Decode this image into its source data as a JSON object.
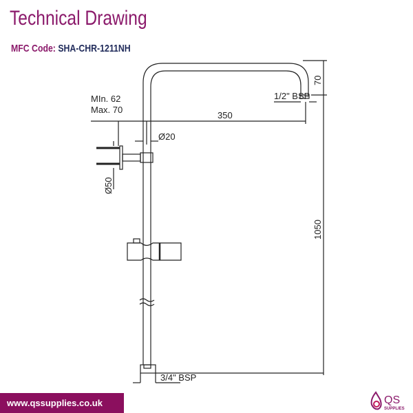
{
  "header": {
    "title": "Technical Drawing",
    "code_label": "MFC Code:",
    "code_value": "SHA-CHR-1211NH"
  },
  "dimensions": {
    "min": "MIn. 62",
    "max": "Max. 70",
    "arm_length": "350",
    "head_drop": "70",
    "outlet_thread": "1/2\" BSP",
    "rail_diameter": "Ø20",
    "bracket_diameter": "Ø50",
    "height": "1050",
    "inlet_thread": "3/4\" BSP"
  },
  "footer": {
    "url": "www.qssupplies.co.uk",
    "logo_text": "QS",
    "logo_sub": "SUPPLIES"
  },
  "colors": {
    "brand": "#8b1a6b",
    "footer_bg": "#8b0f5e",
    "code_value": "#1f2a5a"
  }
}
